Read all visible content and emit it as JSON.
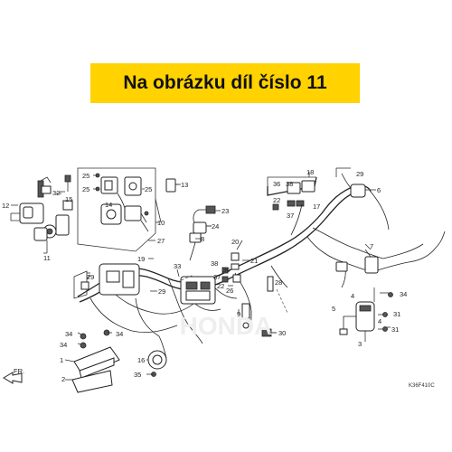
{
  "banner": {
    "text": "Na obrázku díl číslo 11",
    "color": "#ffd200"
  },
  "direction_label": "FR.",
  "diagram_code": "K36F410C",
  "callouts": [
    {
      "id": "c12",
      "text": "12"
    },
    {
      "id": "c11",
      "text": "11"
    },
    {
      "id": "c32",
      "text": "32"
    },
    {
      "id": "c15",
      "text": "15"
    },
    {
      "id": "c25a",
      "text": "25"
    },
    {
      "id": "c25b",
      "text": "25"
    },
    {
      "id": "c25c",
      "text": "25"
    },
    {
      "id": "c14",
      "text": "14"
    },
    {
      "id": "c13",
      "text": "13"
    },
    {
      "id": "c10",
      "text": "10"
    },
    {
      "id": "c27",
      "text": "27"
    },
    {
      "id": "c23",
      "text": "23"
    },
    {
      "id": "c24",
      "text": "24"
    },
    {
      "id": "c8",
      "text": "8"
    },
    {
      "id": "c19",
      "text": "19"
    },
    {
      "id": "c33",
      "text": "33"
    },
    {
      "id": "c38",
      "text": "38"
    },
    {
      "id": "c36a",
      "text": "36"
    },
    {
      "id": "c37a",
      "text": "37"
    },
    {
      "id": "c22a",
      "text": "22"
    },
    {
      "id": "c20",
      "text": "20"
    },
    {
      "id": "c21",
      "text": "21"
    },
    {
      "id": "c9",
      "text": "9"
    },
    {
      "id": "c29a",
      "text": "29"
    },
    {
      "id": "c29b",
      "text": "29"
    },
    {
      "id": "c28",
      "text": "28"
    },
    {
      "id": "c26",
      "text": "26"
    },
    {
      "id": "c18",
      "text": "18"
    },
    {
      "id": "c36b",
      "text": "36"
    },
    {
      "id": "c38b",
      "text": "38"
    },
    {
      "id": "c22b",
      "text": "22"
    },
    {
      "id": "c37b",
      "text": "37"
    },
    {
      "id": "c17",
      "text": "17"
    },
    {
      "id": "c29c",
      "text": "29"
    },
    {
      "id": "c6",
      "text": "6"
    },
    {
      "id": "c7",
      "text": "7"
    },
    {
      "id": "c34a",
      "text": "34"
    },
    {
      "id": "c4a",
      "text": "4"
    },
    {
      "id": "c5",
      "text": "5"
    },
    {
      "id": "c4b",
      "text": "4"
    },
    {
      "id": "c31a",
      "text": "31"
    },
    {
      "id": "c31b",
      "text": "31"
    },
    {
      "id": "c3",
      "text": "3"
    },
    {
      "id": "c30",
      "text": "30"
    },
    {
      "id": "c34b",
      "text": "34"
    },
    {
      "id": "c34c",
      "text": "34"
    },
    {
      "id": "c1",
      "text": "1"
    },
    {
      "id": "c2",
      "text": "2"
    },
    {
      "id": "c16",
      "text": "16"
    },
    {
      "id": "c35",
      "text": "35"
    }
  ]
}
